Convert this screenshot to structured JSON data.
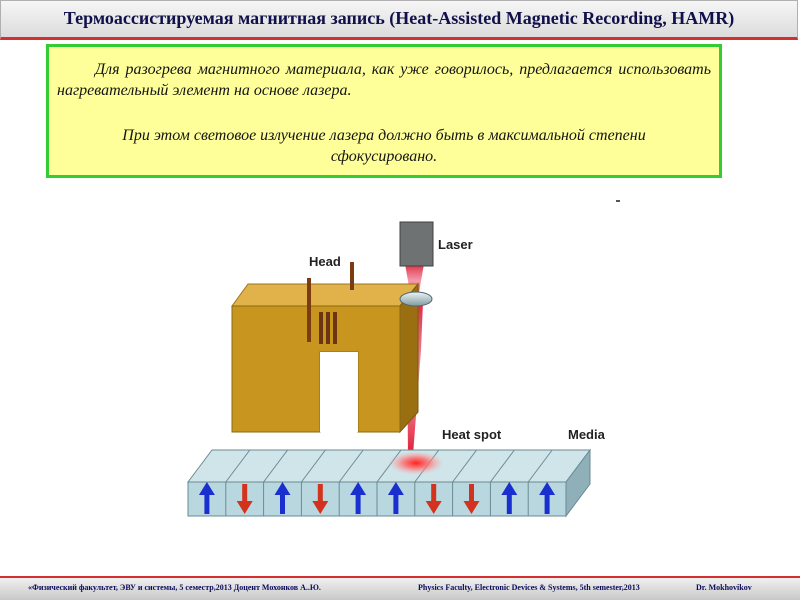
{
  "slide": {
    "title": "Термоассистируемая магнитная запись (Heat-Assisted Magnetic Recording, HAMR)"
  },
  "note": {
    "paragraph1": "Для разогрева магнитного материала, как уже говорилось, предлагается использовать нагревательный элемент на основе лазера.",
    "paragraph2": "При этом световое излучение лазера должно быть в максимальной степени сфокусировано."
  },
  "diagram": {
    "labels": {
      "head": "Head",
      "laser": "Laser",
      "heat_spot": "Heat spot",
      "media": "Media"
    },
    "media_bit_directions": [
      "up",
      "down",
      "up",
      "down",
      "up",
      "up",
      "down",
      "down",
      "up",
      "up"
    ],
    "colors": {
      "head": "#c8961e",
      "media": "#b9d7df",
      "arrow_up": "#1a2fd0",
      "arrow_down": "#d2321e",
      "laser_beam": "#e0102a"
    }
  },
  "footer": {
    "left": "«Физический факультет, ЭВУ и системы, 5 семестр,2013 Доцент Мохонков А..Ю.",
    "middle": "Physics Faculty, Electronic Devices & Systems, 5th semester,2013",
    "right": "Dr. Mokhovikov"
  }
}
